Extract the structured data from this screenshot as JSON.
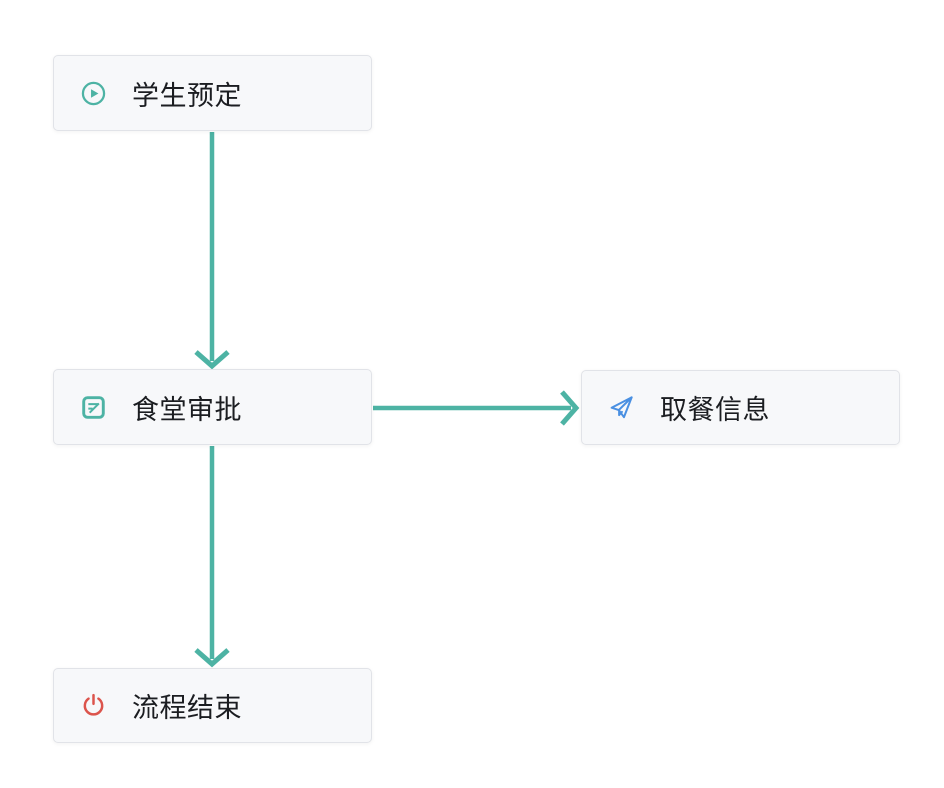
{
  "app": {
    "view": "workflow-flowchart-canvas"
  },
  "colors": {
    "teal": "#4db3a4",
    "blue": "#4a90e2",
    "red": "#dc544c",
    "node_bg": "#f7f8fa",
    "node_border": "#e1e3e8",
    "text": "#1b1d21",
    "canvas_bg": "#ffffff"
  },
  "nodes": [
    {
      "id": "student-booking",
      "label": "学生预定",
      "icon": "video-play-icon",
      "icon_color": "#4db3a4"
    },
    {
      "id": "canteen-approval",
      "label": "食堂审批",
      "icon": "form-approval-icon",
      "icon_color": "#4db3a4"
    },
    {
      "id": "meal-pickup-info",
      "label": "取餐信息",
      "icon": "paper-plane-icon",
      "icon_color": "#4a90e2"
    },
    {
      "id": "process-end",
      "label": "流程结束",
      "icon": "power-icon",
      "icon_color": "#dc544c"
    }
  ],
  "edges": [
    {
      "from": "学生预定",
      "to": "食堂审批",
      "direction": "down"
    },
    {
      "from": "食堂审批",
      "to": "取餐信息",
      "direction": "right"
    },
    {
      "from": "食堂审批",
      "to": "流程结束",
      "direction": "down"
    }
  ]
}
